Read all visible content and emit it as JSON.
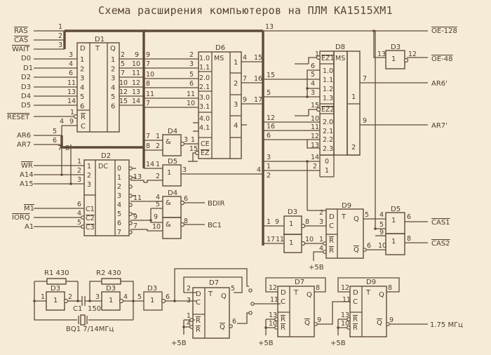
{
  "title": "Схема расширения компьютеров на ПЛМ КА1515ХМ1",
  "inputs_left": {
    "ras": "RAS",
    "cas": "CAS",
    "wait": "WAIT",
    "d0": "D0",
    "d1": "D1",
    "d2": "D2",
    "d3": "D3",
    "d4": "D4",
    "d5": "D5",
    "reset": "RESET",
    "ar6": "AR6",
    "ar7": "AR7",
    "wr": "WR",
    "a14": "A14",
    "a15": "A15",
    "m1": "M1",
    "iorq": "IORQ",
    "a1": "A1"
  },
  "outputs_right": {
    "oe128": "OE-128",
    "oe48": "OE-48",
    "ar6p": "AR6'",
    "ar7p": "AR7'",
    "cas1": "CAS1",
    "cas2": "CAS2",
    "bdir": "BDIR",
    "bc1": "BC1",
    "clk": "1.75 МГц"
  },
  "chips": {
    "d1": {
      "name": "D1",
      "d": "D",
      "t": "T",
      "q": "Q",
      "r": "R",
      "c": "C",
      "in_nums": [
        "1",
        "2",
        "3",
        "4",
        "5",
        "6"
      ],
      "out_nums": [
        "1",
        "2",
        "3",
        "4",
        "5",
        "6"
      ]
    },
    "d2": {
      "name": "D2",
      "dc": "DC",
      "in": [
        "1",
        "2",
        "3"
      ],
      "c": [
        "C1",
        "C2",
        "C3"
      ],
      "out": [
        "0",
        "1",
        "2",
        "3",
        "4",
        "5",
        "6",
        "7"
      ]
    },
    "d6": {
      "name": "D6",
      "ms": "MS",
      "in": [
        "1.0",
        "1.1",
        "2.0",
        "2.1",
        "3.0",
        "3.1",
        "4.0",
        "4.1"
      ],
      "ce": "CE",
      "ez": "EZ",
      "out": [
        "1",
        "2",
        "3",
        "4"
      ]
    },
    "d8": {
      "name": "D8",
      "ms": "MS",
      "ez1": "EZ1",
      "ez2": "EZ2",
      "in1": [
        "1.0",
        "1.1",
        "1.2",
        "1.3"
      ],
      "in2": [
        "2.0",
        "2.1",
        "2.2",
        "2.3"
      ],
      "sel": [
        "0",
        "1"
      ],
      "out": [
        "1",
        "2"
      ]
    },
    "d3": "D3",
    "d4": "D4",
    "d5": "D5",
    "d7": "D7",
    "d9": "D9",
    "and_sym": "&",
    "or_sym": "1"
  },
  "oscillator": {
    "r1": "R1 430",
    "r2": "R2 430",
    "c1": "C1",
    "c1_val": "150",
    "bq1": "BQ1 7/14МГц"
  },
  "power": "+5В",
  "pins": {
    "p1": "1",
    "p2": "2",
    "p3": "3",
    "p4": "4",
    "p5": "5",
    "p6": "6",
    "p7": "7",
    "p8": "8",
    "p9": "9",
    "p10": "10",
    "p11": "11",
    "p12": "12",
    "p13": "13",
    "p14": "14",
    "p15": "15",
    "p16": "16",
    "p17": "17"
  }
}
